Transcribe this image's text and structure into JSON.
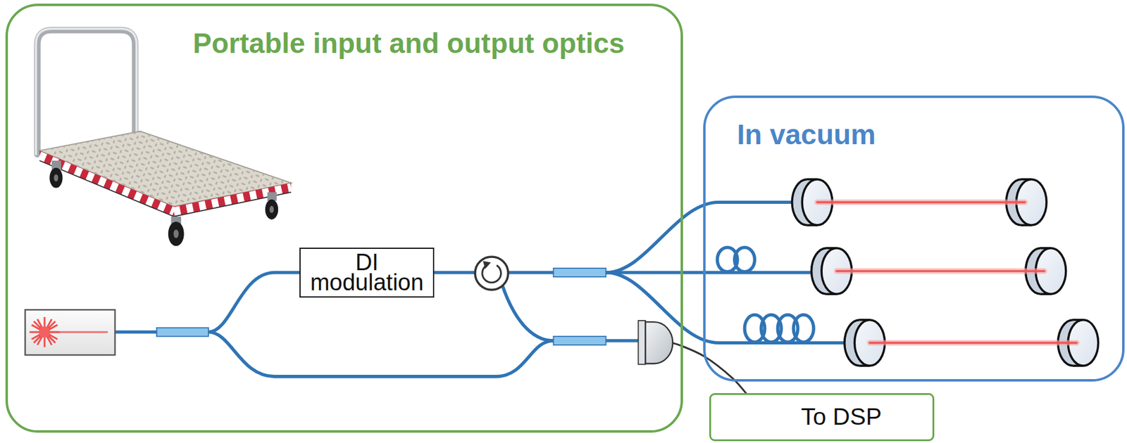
{
  "diagram": {
    "nodes": [
      {
        "text": [
          "Portable input and output optics"
        ]
      },
      {
        "text": [
          "DI modulation"
        ],
        "in": 0
      },
      {
        "text": [
          "In vacuum"
        ]
      },
      {
        "text": [
          "To DSP"
        ]
      }
    ],
    "edges": [
      {
        "from": 0,
        "to": 3,
        "arrow": "to"
      }
    ]
  }
}
